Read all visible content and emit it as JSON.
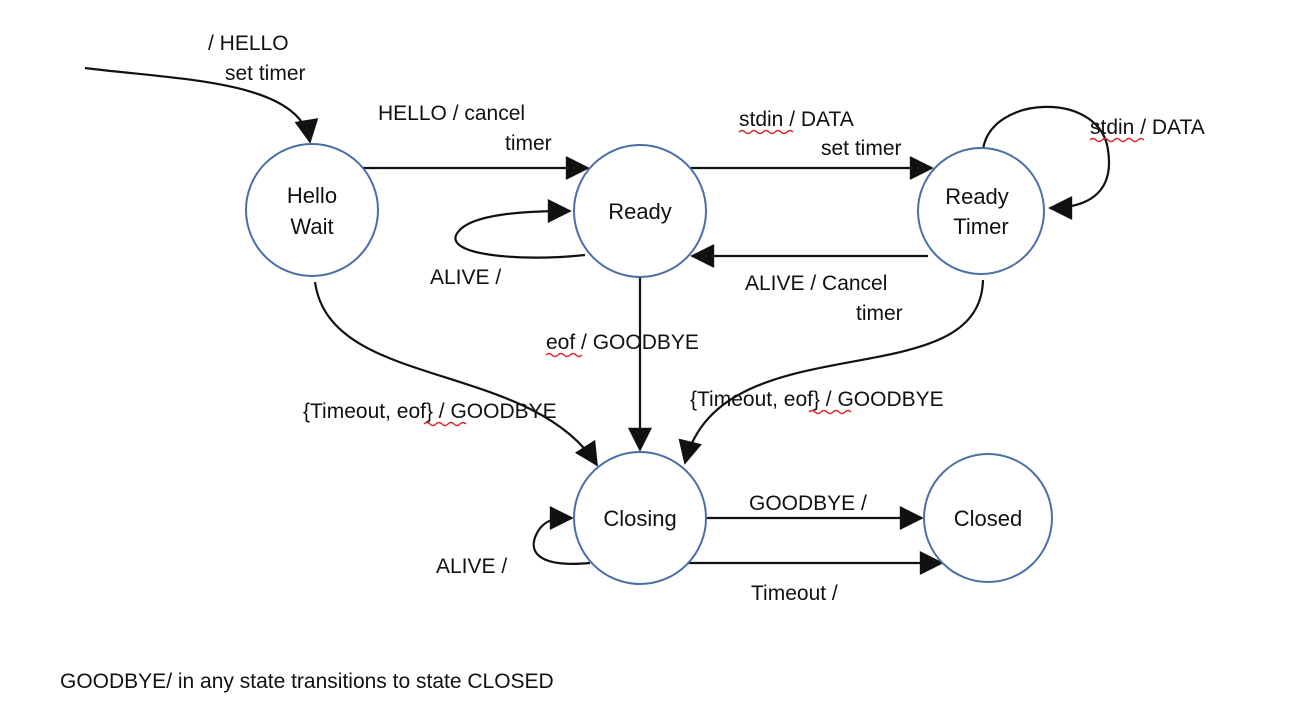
{
  "states": {
    "hello_wait": [
      "Hello",
      "Wait"
    ],
    "ready": [
      "Ready"
    ],
    "ready_timer": [
      "Ready",
      "Timer"
    ],
    "closing": [
      "Closing"
    ],
    "closed": [
      "Closed"
    ]
  },
  "transitions": {
    "initial": [
      "/ HELLO",
      "set timer"
    ],
    "hello_to_ready": [
      "HELLO / cancel",
      "timer"
    ],
    "ready_to_readytimer": [
      "stdin / DATA",
      "set timer"
    ],
    "readytimer_self": [
      "stdin / DATA"
    ],
    "ready_self": [
      "ALIVE /"
    ],
    "readytimer_to_ready": [
      "ALIVE /  Cancel",
      "timer"
    ],
    "ready_to_closing": [
      "eof / GOODBYE"
    ],
    "hellowait_to_closing": [
      "{Timeout, eof} / GOODBYE"
    ],
    "readytimer_to_closing": [
      "{Timeout, eof} / GOODBYE"
    ],
    "closing_self": [
      "ALIVE /"
    ],
    "closing_to_closed_goodbye": [
      "GOODBYE /"
    ],
    "closing_to_closed_timeout": [
      "Timeout /"
    ]
  },
  "footnote": "GOODBYE/ in any state transitions to state CLOSED",
  "colors": {
    "state_border": "#4a6fa5",
    "arrow": "#111111",
    "spellcheck_underline": "#d62a2a"
  }
}
